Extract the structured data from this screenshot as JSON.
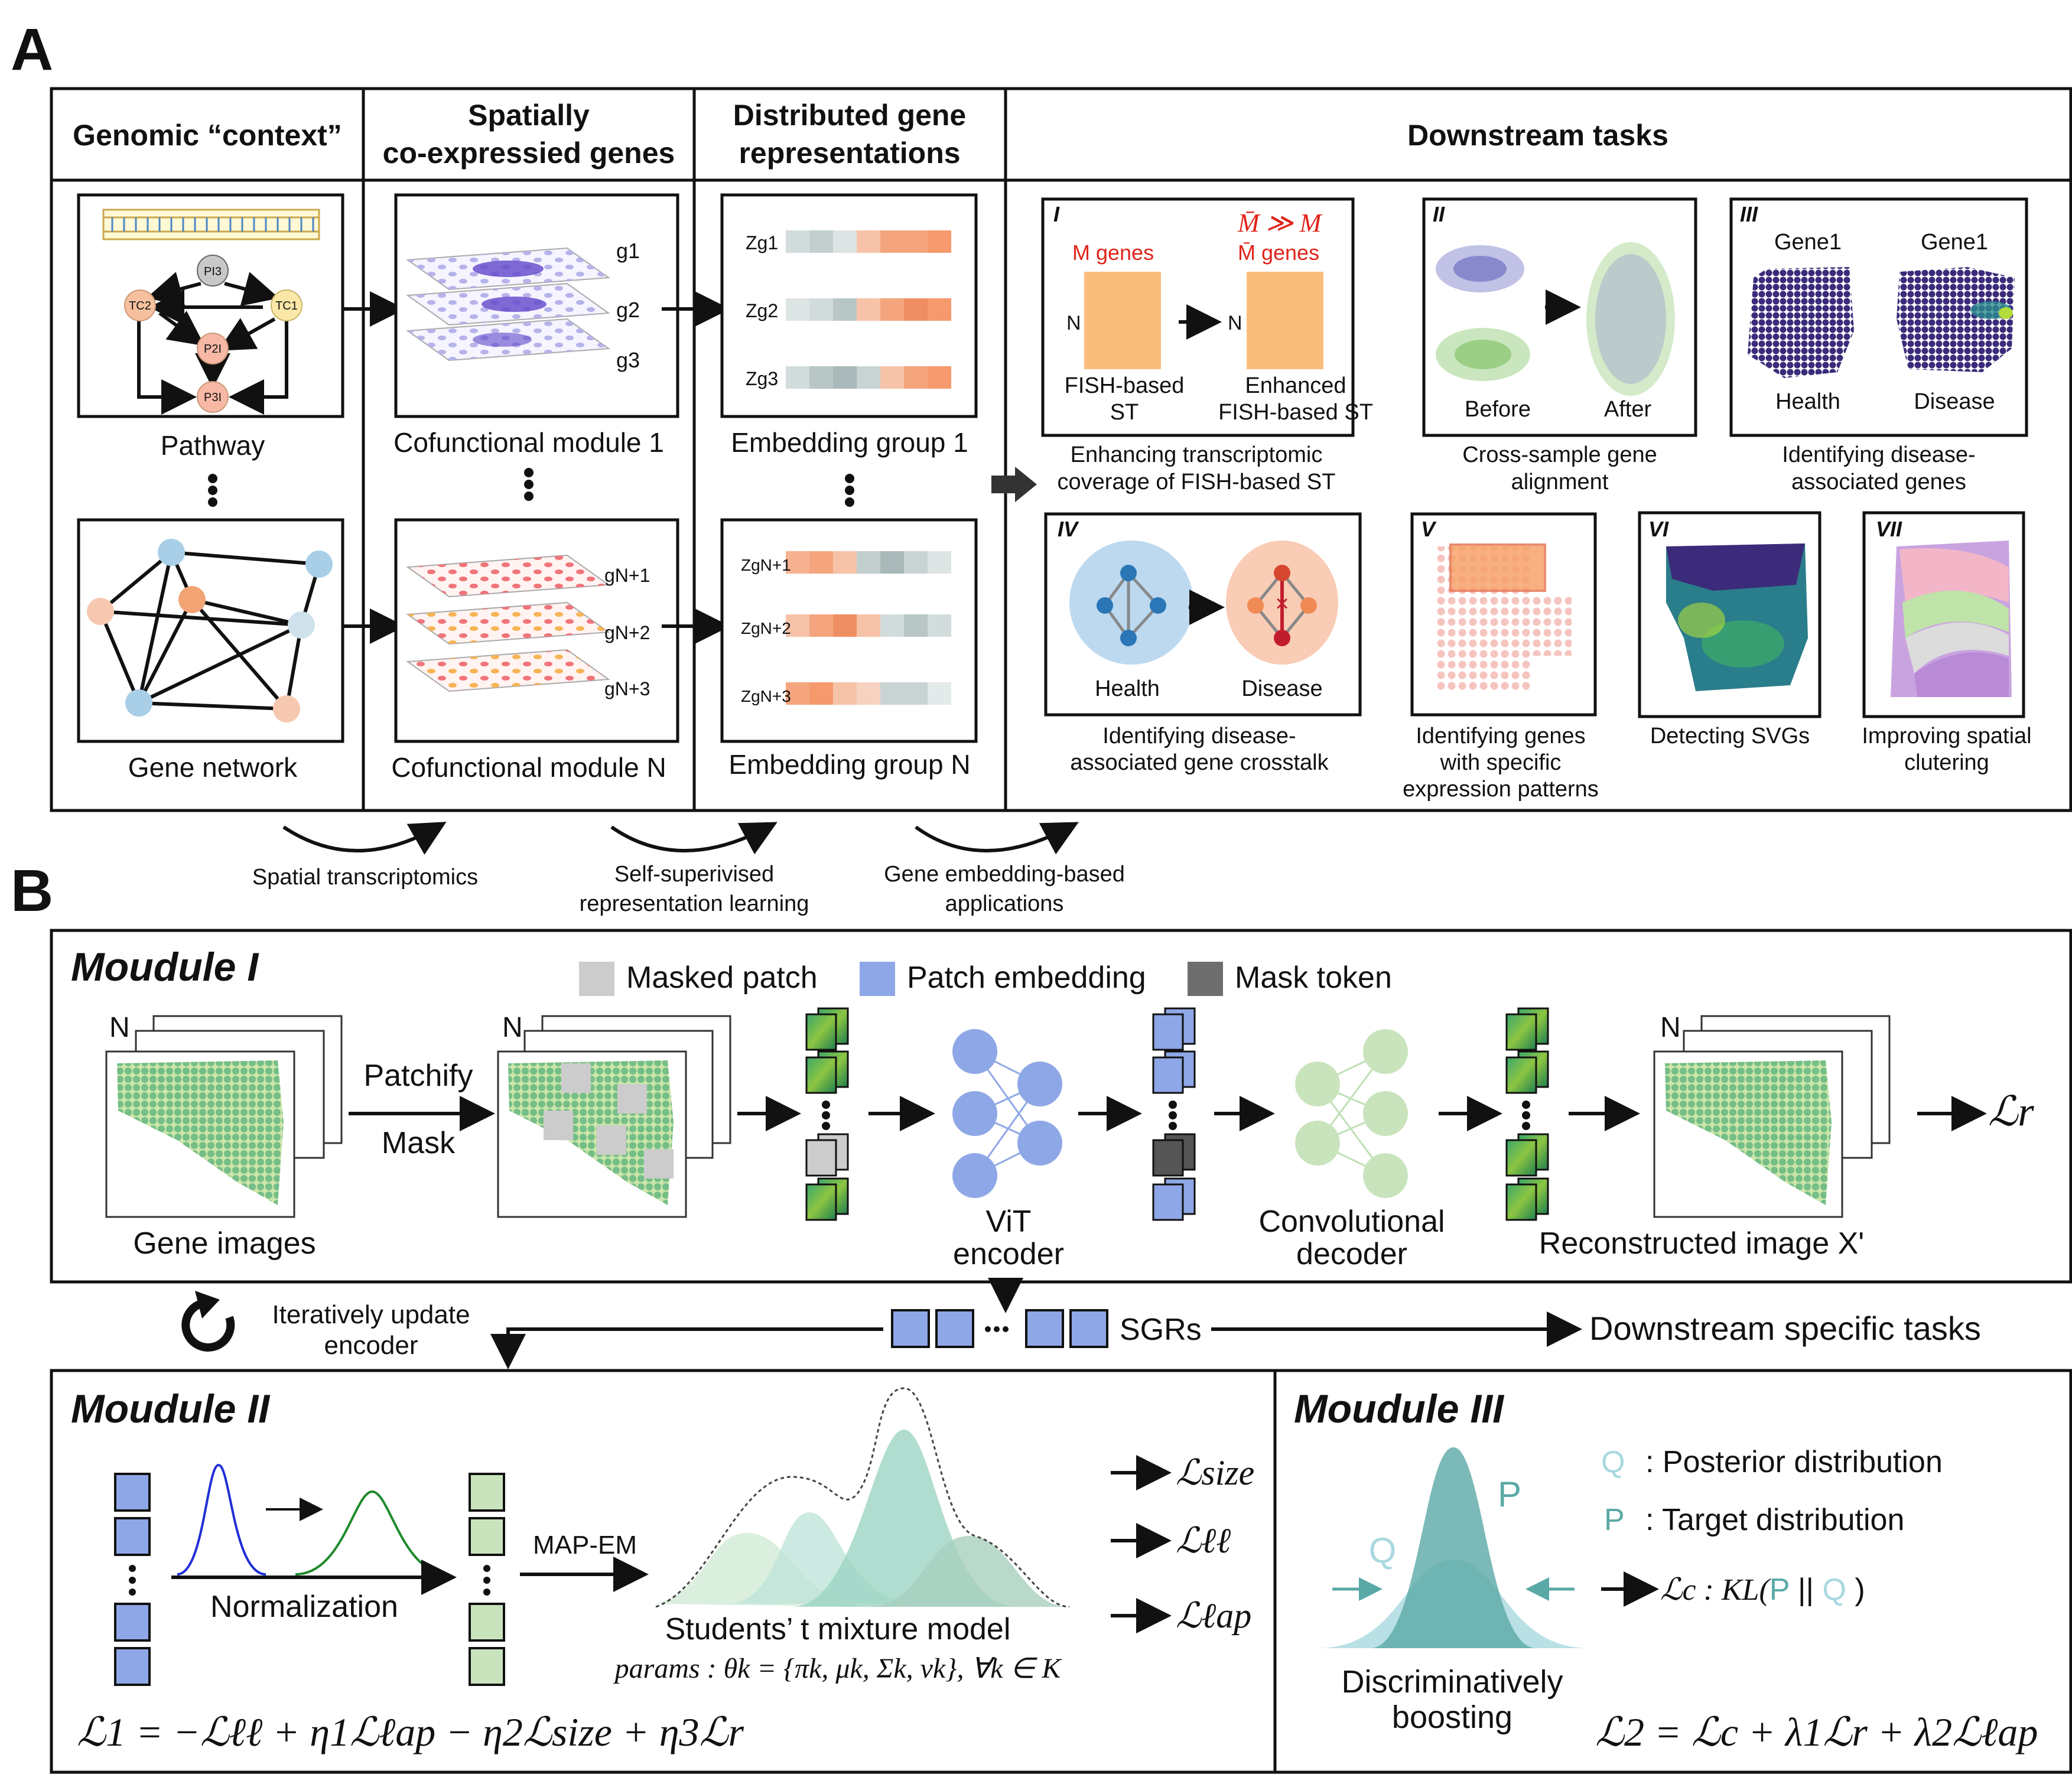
{
  "panel_a": {
    "letter": "A",
    "col1_header": "Genomic “context”",
    "col2_header_line1": "Spatially",
    "col2_header_line2": "co-expressied genes",
    "col3_header_line1": "Distributed gene",
    "col3_header_line2": "representations",
    "col4_header": "Downstream tasks",
    "pathway_label": "Pathway",
    "pathway_nodes": [
      "PI3",
      "TC2",
      "TC1",
      "P2I",
      "P3I"
    ],
    "gene_network_label": "Gene network",
    "module1_label": "Cofunctional module 1",
    "moduleN_label": "Cofunctional module N",
    "module1_genes": [
      "g1",
      "g2",
      "g3"
    ],
    "moduleN_genes": [
      "gN+1",
      "gN+2",
      "gN+3"
    ],
    "emb1_label": "Embedding group 1",
    "embN_label": "Embedding group N",
    "emb1_rows": [
      "Zg1",
      "Zg2",
      "Zg3"
    ],
    "embN_rows": [
      "ZgN+1",
      "ZgN+2",
      "ZgN+3"
    ],
    "flow": {
      "st": "Spatial transcriptomics",
      "ssl_line1": "Self-superivised",
      "ssl_line2": "representation learning",
      "app_line1": "Gene embedding-based",
      "app_line2": "applications"
    },
    "tasks": {
      "t1": {
        "num": "I",
        "m_genes": "M  genes",
        "mbar_rel": "M̄ ≫ M",
        "mbar_genes": "M̄  genes",
        "n": "N",
        "left": "FISH-based",
        "left2": "ST",
        "right": "Enhanced",
        "right2": "FISH-based ST",
        "caption1": "Enhancing transcriptomic",
        "caption2": "coverage of FISH-based ST"
      },
      "t2": {
        "num": "II",
        "before": "Before",
        "after": "After",
        "caption1": "Cross-sample gene",
        "caption2": "alignment"
      },
      "t3": {
        "num": "III",
        "gene_left": "Gene1",
        "gene_right": "Gene1",
        "health": "Health",
        "disease": "Disease",
        "caption1": "Identifying disease-",
        "caption2": "associated genes"
      },
      "t4": {
        "num": "IV",
        "health": "Health",
        "disease": "Disease",
        "caption1": "Identifying disease-",
        "caption2": "associated gene crosstalk"
      },
      "t5": {
        "num": "V",
        "caption1": "Identifying genes",
        "caption2": "with specific",
        "caption3": "expression patterns"
      },
      "t6": {
        "num": "VI",
        "caption1": "Detecting SVGs"
      },
      "t7": {
        "num": "VII",
        "caption1": "Improving spatial",
        "caption2": "clutering"
      }
    }
  },
  "panel_b": {
    "letter": "B",
    "module1": {
      "title": "Moudule I",
      "legend": [
        "Masked patch",
        "Patch embedding",
        "Mask token"
      ],
      "legend_colors": [
        "#cccccc",
        "#8ea7e6",
        "#6e6e6e"
      ],
      "n": "N",
      "gene_images": "Gene images",
      "patchify": "Patchify",
      "mask": "Mask",
      "vit1": "ViT",
      "vit2": "encoder",
      "conv1": "Convolutional",
      "conv2": "decoder",
      "recon": "Reconstructed  image X'",
      "loss_r": "ℒr"
    },
    "middle": {
      "iter1": "Iteratively update",
      "iter2": "encoder",
      "sgrs": "SGRs",
      "downstream": "Downstream specific tasks"
    },
    "module2": {
      "title": "Moudule II",
      "normalization": "Normalization",
      "mapem": "MAP-EM",
      "smm": "Students’ t mixture model",
      "params": "params : θk = {πk, μk, Σk, vk}, ∀k ∈ K",
      "loss_size": "ℒsize",
      "loss_ll": "ℒℓℓ",
      "loss_lap": "ℒℓap",
      "l1": "ℒ1 = −ℒℓℓ + η1ℒℓap − η2ℒsize + η3ℒr"
    },
    "module3": {
      "title": "Moudule III",
      "q": "Q",
      "p": "P",
      "q_desc": ": Posterior distribution",
      "p_desc": ": Target distribution",
      "lc_prefix": "ℒc : KL(",
      "lc_p": "P",
      "lc_sep": " || ",
      "lc_q": "Q",
      "lc_suffix": " )",
      "disc1": "Discriminatively",
      "disc2": "boosting",
      "l2": "ℒ2 = ℒc + λ1ℒr + λ2ℒℓap",
      "q_color": "#a8d8df",
      "p_color": "#5aa9a6"
    }
  }
}
